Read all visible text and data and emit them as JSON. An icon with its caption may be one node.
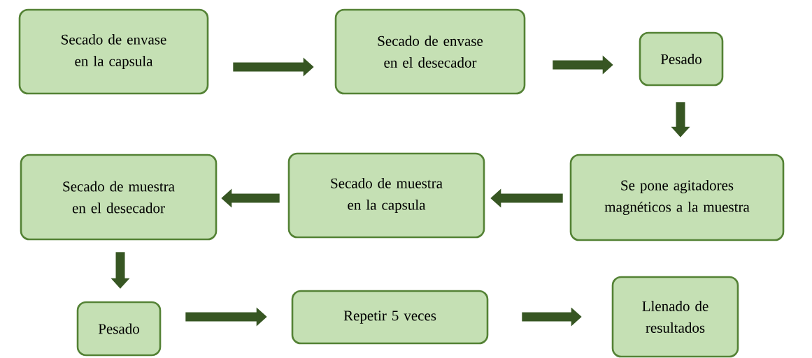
{
  "diagram": {
    "nodes": [
      {
        "text": [
          "Secado de envase en la capsula"
        ]
      },
      {
        "text": [
          "Secado de envase en el desecador"
        ]
      },
      {
        "text": [
          "Pesado"
        ]
      },
      {
        "text": [
          "Se pone agitadores magnéticos a la muestra"
        ]
      },
      {
        "text": [
          "Secado de muestra en la capsula"
        ]
      },
      {
        "text": [
          "Secado de muestra en el desecador"
        ]
      },
      {
        "text": [
          "Pesado"
        ]
      },
      {
        "text": [
          "Repetir 5 veces"
        ]
      },
      {
        "text": [
          "Llenado de resultados"
        ]
      }
    ],
    "edges": [
      {
        "from": 0,
        "to": 1,
        "arrow": "to"
      },
      {
        "from": 1,
        "to": 2,
        "arrow": "to"
      },
      {
        "from": 2,
        "to": 3,
        "arrow": "to"
      },
      {
        "from": 3,
        "to": 4,
        "arrow": "to"
      },
      {
        "from": 4,
        "to": 5,
        "arrow": "to"
      },
      {
        "from": 5,
        "to": 6,
        "arrow": "to"
      },
      {
        "from": 6,
        "to": 7,
        "arrow": "to"
      },
      {
        "from": 7,
        "to": 8,
        "arrow": "to"
      }
    ]
  }
}
